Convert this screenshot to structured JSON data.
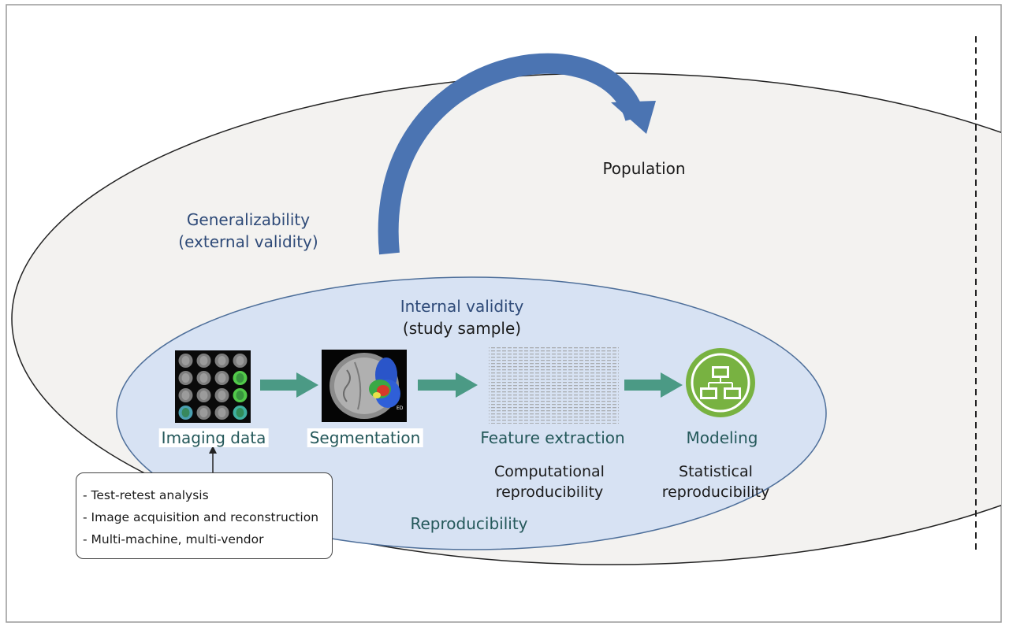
{
  "population": "Population",
  "generalizability": {
    "line1": "Generalizability",
    "line2": "(external validity)"
  },
  "internal_validity": {
    "line1": "Internal validity",
    "line2": "(study sample)"
  },
  "stages": {
    "imaging": "Imaging data",
    "segmentation": "Segmentation",
    "feature": "Feature extraction",
    "modeling": "Modeling"
  },
  "computational": {
    "line1": "Computational",
    "line2": "reproducibility"
  },
  "statistical": {
    "line1": "Statistical",
    "line2": "reproducibility"
  },
  "reproducibility": "Reproducibility",
  "notes": [
    "- Test-retest analysis",
    "- Image acquisition and reconstruction",
    "- Multi-machine, multi-vendor"
  ],
  "colors": {
    "outer_ellipse": "#f3f2f0",
    "inner_ellipse": "#d7e2f3",
    "big_arrow": "#4b74b2",
    "step_arrow": "#4b9a85",
    "modeling_icon": "#78b241",
    "navy_text": "#2e4a78",
    "teal_text": "#24585a"
  },
  "icons": {
    "imaging": "brain-mri-grid-icon",
    "segmentation": "brain-segmentation-icon",
    "feature": "feature-matrix-icon",
    "modeling": "computer-network-icon"
  }
}
